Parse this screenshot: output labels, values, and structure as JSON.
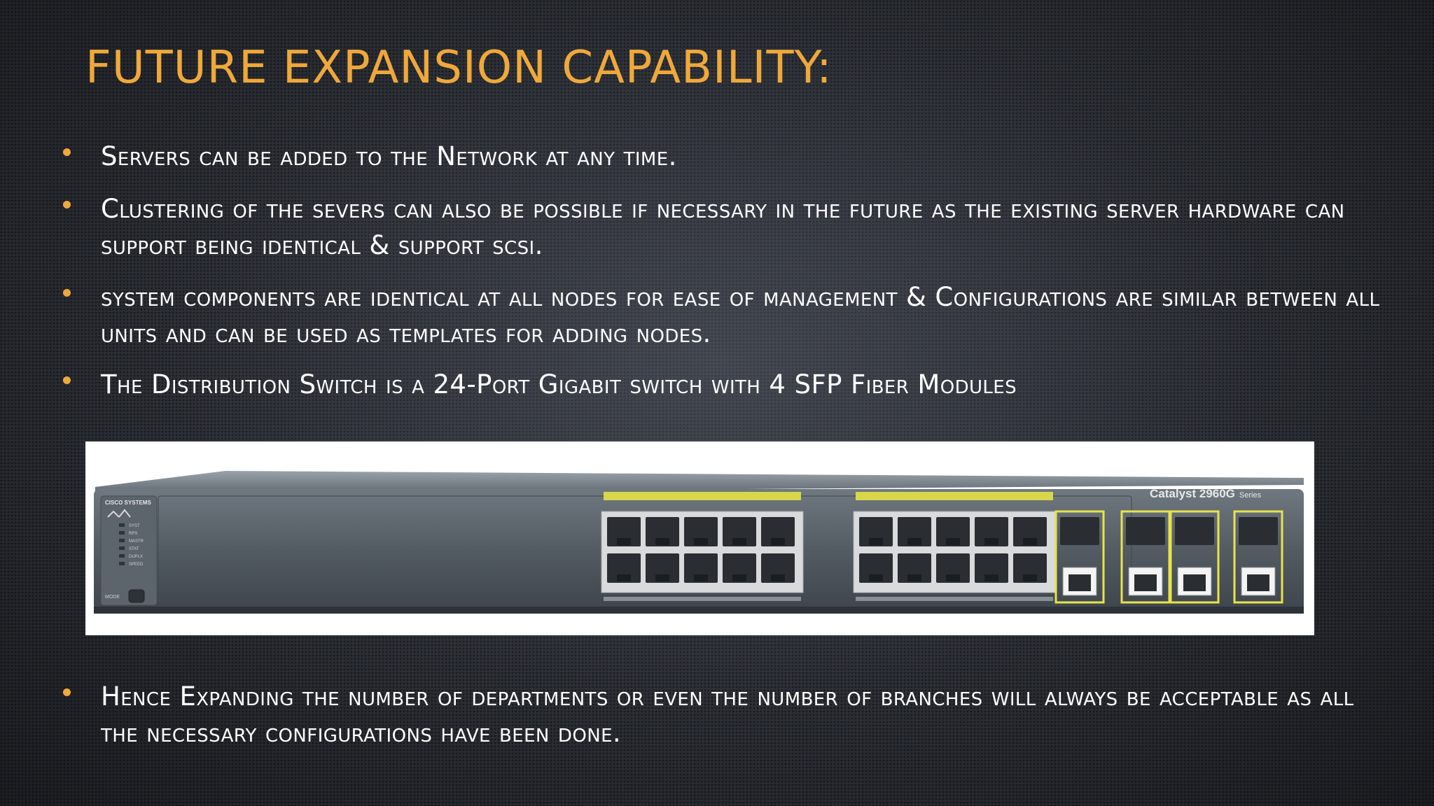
{
  "slide": {
    "title": "FUTURE EXPANSION CAPABILITY:",
    "bullets": [
      "Servers can be added to the Network at any time.",
      "Clustering of the severs can also be possible if necessary in the future as the existing server hardware can support being identical & support scsi.",
      "system components are identical at all nodes for ease of management & Configurations are similar between all units and can be used as templates for adding nodes.",
      "The Distribution Switch is a 24-Port Gigabit switch with 4 SFP Fiber Modules",
      "Hence Expanding the number of departments or even the number of branches will always be acceptable as all the necessary configurations have been done."
    ]
  },
  "switch_photo": {
    "brand": "CISCO SYSTEMS",
    "model": "Catalyst 2960G",
    "series": "Series",
    "mode_label": "MODE",
    "leds": [
      "SYST",
      "RPS",
      "MASTR",
      "STAT",
      "DUPLX",
      "SPEED"
    ]
  },
  "colors": {
    "accent": "#efa83b",
    "text": "#ffffff",
    "background": "#2d3036"
  }
}
